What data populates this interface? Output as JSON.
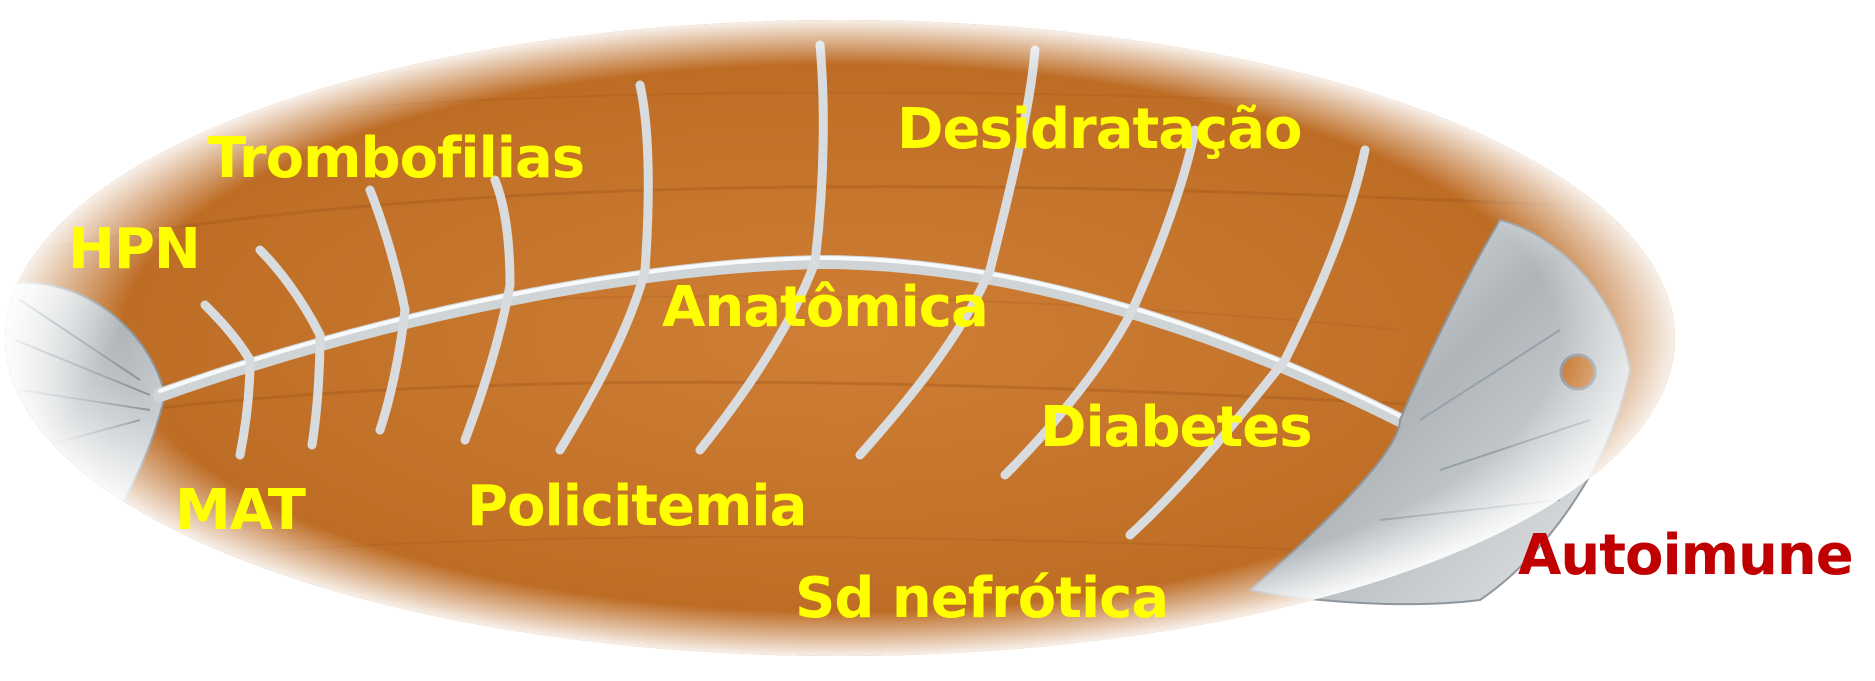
{
  "colors": {
    "background": "#ffffff",
    "wood": "#c8772f",
    "wood_dark": "#a85d1e",
    "metal": "#d9dde0",
    "label_yellow": "#ffff00",
    "label_red": "#c00000"
  },
  "illustration": {
    "subject": "metal fish skeleton on wooden surface",
    "icon": "fish-bone-icon"
  },
  "labels": {
    "hpn": "HPN",
    "trombofilias": "Trombofilias",
    "desidratacao": "Desidratação",
    "anatomica": "Anatômica",
    "diabetes": "Diabetes",
    "mat": "MAT",
    "policitemia": "Policitemia",
    "sd_nefrotica": "Sd nefrótica",
    "autoimune": "Autoimune"
  }
}
